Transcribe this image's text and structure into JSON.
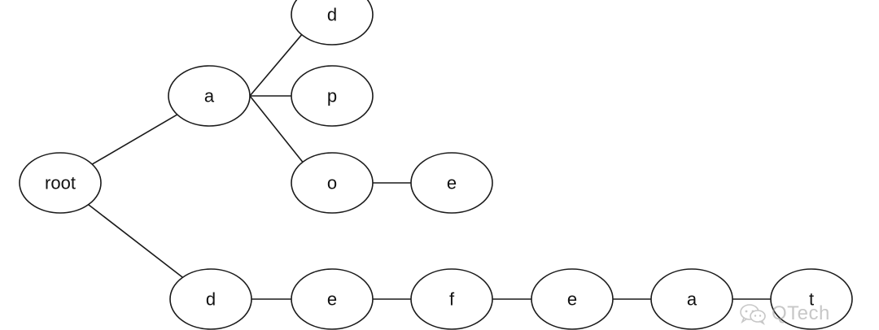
{
  "diagram": {
    "nodes": [
      {
        "id": "root",
        "label": "root"
      },
      {
        "id": "a",
        "label": "a"
      },
      {
        "id": "ad",
        "label": "d"
      },
      {
        "id": "ap",
        "label": "p"
      },
      {
        "id": "ao",
        "label": "o"
      },
      {
        "id": "aoe",
        "label": "e"
      },
      {
        "id": "d",
        "label": "d"
      },
      {
        "id": "de",
        "label": "e"
      },
      {
        "id": "def",
        "label": "f"
      },
      {
        "id": "defe",
        "label": "e"
      },
      {
        "id": "defea",
        "label": "a"
      },
      {
        "id": "defeat",
        "label": "t"
      }
    ],
    "edges": [
      [
        "root",
        "a"
      ],
      [
        "root",
        "d"
      ],
      [
        "a",
        "ad"
      ],
      [
        "a",
        "ap"
      ],
      [
        "a",
        "ao"
      ],
      [
        "ao",
        "aoe"
      ],
      [
        "d",
        "de"
      ],
      [
        "de",
        "def"
      ],
      [
        "def",
        "defe"
      ],
      [
        "defe",
        "defea"
      ],
      [
        "defea",
        "defeat"
      ]
    ]
  },
  "watermark": {
    "text": "QTech",
    "icon": "wechat-icon"
  }
}
